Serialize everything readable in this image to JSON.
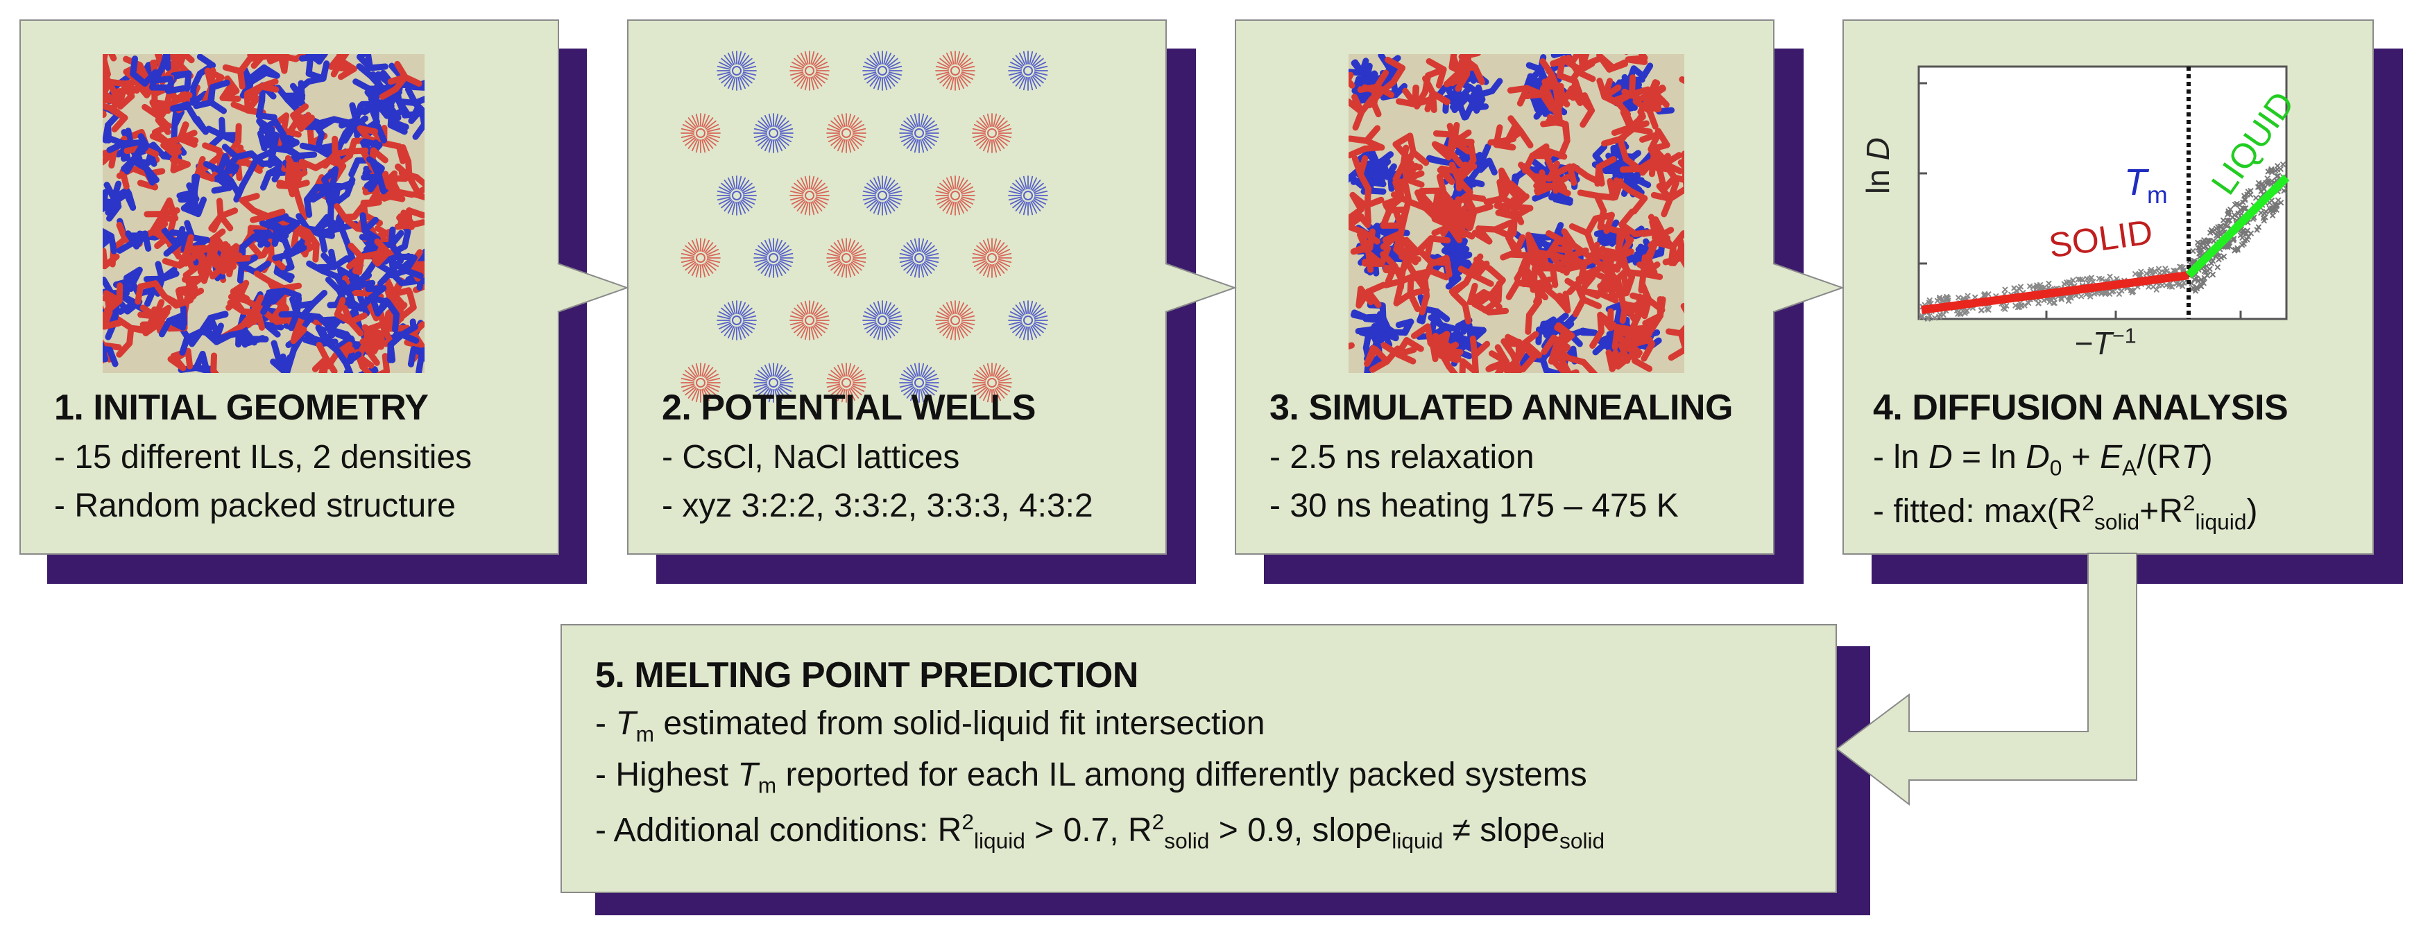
{
  "steps": [
    {
      "title": "1. INITIAL GEOMETRY",
      "bullets": [
        "- 15 different ILs, 2 densities",
        "- Random packed structure"
      ]
    },
    {
      "title": "2. POTENTIAL WELLS",
      "bullets": [
        "- CsCl, NaCl lattices",
        "- xyz 3:2:2, 3:3:2, 3:3:3, 4:3:2"
      ]
    },
    {
      "title": "3. SIMULATED ANNEALING",
      "bullets": [
        "- 2.5 ns relaxation",
        "- 30 ns heating 175 – 475 K"
      ]
    },
    {
      "title": "4. DIFFUSION ANALYSIS",
      "eq": {
        "dash": "- ",
        "ln1": "ln ",
        "D": "D",
        "eq1": " = ln ",
        "D0": "D",
        "D0sub": "0",
        "plus": " + ",
        "EA": "E",
        "EAsub": "A",
        "over": "/(R",
        "T": "T",
        "close": ")"
      },
      "fit": {
        "pre": "- fitted: max(R",
        "sup": "2",
        "sub1": "solid",
        "plus": "+R",
        "sup2": "2",
        "sub2": "liquid",
        "close": ")"
      },
      "plot": {
        "ylabel_ln": "ln ",
        "ylabel_D": "D",
        "xlabel": "−T",
        "xlabel_sup": "−1",
        "tm": "T",
        "tm_sub": "m",
        "solid": "SOLID",
        "liquid": "LIQUID"
      }
    },
    {
      "title": "5. MELTING POINT PREDICTION",
      "line1": {
        "dash": "- ",
        "T": "T",
        "Tsub": "m",
        "rest": " estimated from solid-liquid fit intersection"
      },
      "line2": {
        "pre": "- Highest ",
        "T": "T",
        "Tsub": "m",
        "rest": " reported for each IL among differently packed systems"
      },
      "line3": {
        "pre": "- Additional conditions: R",
        "sup1": "2",
        "sub1": "liquid",
        "mid1": " > 0.7, R",
        "sup2": "2",
        "sub2": "solid",
        "mid2": " > 0.9, slope",
        "sub3": "liquid",
        "neq": " ≠ slope",
        "sub4": "solid"
      }
    }
  ],
  "colors": {
    "box_fill": "#dfe8cd",
    "shadow": "#3b1a6b",
    "red": "#d63a32",
    "blue": "#2b35c8",
    "green": "#22dd22"
  }
}
